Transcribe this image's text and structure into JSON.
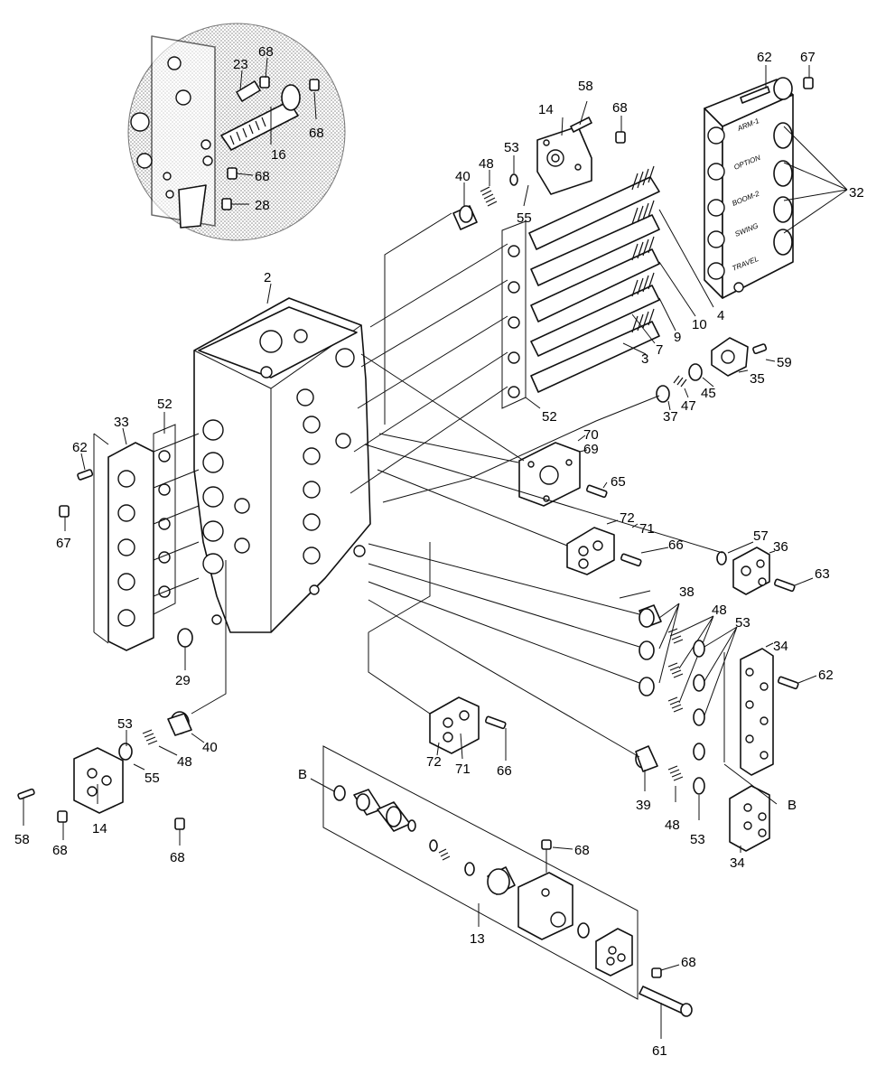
{
  "diagram": {
    "callouts": {
      "inset_23": "23",
      "inset_68_top": "68",
      "inset_68_right": "68",
      "inset_16": "16",
      "inset_68_mid": "68",
      "inset_28": "28",
      "p62_top": "62",
      "p67_top": "67",
      "p32": "32",
      "p58_top": "58",
      "p14_top": "14",
      "p68_top": "68",
      "p53_top": "53",
      "p48_top": "48",
      "p40_top": "40",
      "p55_top": "55",
      "p4": "4",
      "p10": "10",
      "p9": "9",
      "p7": "7",
      "p3": "3",
      "p59": "59",
      "p35": "35",
      "p45": "45",
      "p47": "47",
      "p37": "37",
      "p52_right": "52",
      "p2": "2",
      "p52_left": "52",
      "p33": "33",
      "p62_left": "62",
      "p67_left": "67",
      "p29": "29",
      "p70": "70",
      "p69": "69",
      "p65": "65",
      "p72_upper": "72",
      "p71_upper": "71",
      "p66_upper": "66",
      "p57": "57",
      "p36": "36",
      "p63": "63",
      "p38": "38",
      "p48_mid": "48",
      "p53_mid": "53",
      "p34_upper": "34",
      "p62_right": "62",
      "p53_left": "53",
      "p40_left": "40",
      "p48_left": "48",
      "p55_left": "55",
      "p58_left": "58",
      "p14_left": "14",
      "p68_left": "68",
      "p68_lower": "68",
      "p72_lower": "72",
      "p71_lower": "71",
      "p66_lower": "66",
      "p39": "39",
      "p48_low": "48",
      "p53_low": "53",
      "p34_lower": "34",
      "pB_left": "B",
      "pB_right": "B",
      "p13": "13",
      "p68_block": "68",
      "p68_plate": "68",
      "p61": "61"
    },
    "cover_stamps": [
      "ARM-1",
      "OPTION",
      "BOOM-2",
      "SWING",
      "TRAVEL"
    ]
  }
}
